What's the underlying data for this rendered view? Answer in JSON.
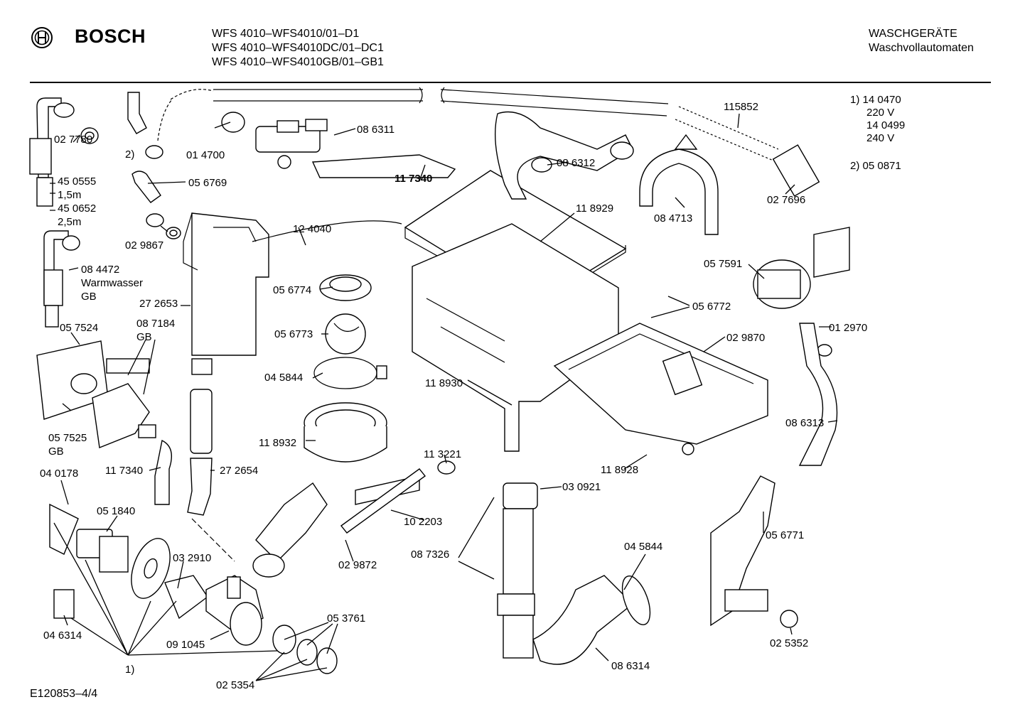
{
  "header": {
    "brand": "BOSCH",
    "models": [
      "WFS 4010–WFS4010/01–D1",
      "WFS 4010–WFS4010DC/01–DC1",
      "WFS 4010–WFS4010GB/01–GB1"
    ],
    "category": [
      "WASCHGERÄTE",
      "Waschvollautomaten"
    ]
  },
  "footer": {
    "doc_id": "E120853–4/4"
  },
  "labels": {
    "p027780": "02 7780",
    "p2": "2)",
    "p014700": "01 4700",
    "p086311": "08 6311",
    "p115852": "115852",
    "n1a": "1)  14 0470",
    "n1b": "220 V",
    "n1c": "14 0499",
    "n1d": "240 V",
    "n2": "2)  05 0871",
    "p450555": "45 0555",
    "p15m": "1,5m",
    "p450652": "45 0652",
    "p25m": "2,5m",
    "p056769": "05 6769",
    "p117340b": "11 7340",
    "p086312": "08 6312",
    "p084713": "08 4713",
    "p027696": "02 7696",
    "p029867": "02 9867",
    "p124040": "12 4040",
    "p118929": "11 8929",
    "p084472": "08 4472",
    "warm": "Warmwasser",
    "gb1": "GB",
    "p057591": "05 7591",
    "p056774": "05 6774",
    "p272653": "27 2653",
    "p056772": "05 6772",
    "p057524": "05 7524",
    "p087184": "08 7184",
    "gb2": "GB",
    "p056773": "05 6773",
    "p012970": "01 2970",
    "p029870": "02 9870",
    "p045844a": "04 5844",
    "p118930": "11 8930",
    "p057525": "05 7525",
    "gb3": "GB",
    "p118932": "11 8932",
    "p113221": "11 3221",
    "p086313": "08 6313",
    "p117340a": "11 7340",
    "p272654": "27 2654",
    "p118928": "11 8928",
    "p040178": "04 0178",
    "p030921": "03 0921",
    "p051840": "05 1840",
    "p102203": "10 2203",
    "p056771": "05 6771",
    "p045844b": "04 5844",
    "p032910": "03 2910",
    "p087326": "08 7326",
    "p029872": "02 9872",
    "p046314": "04 6314",
    "p053761": "05 3761",
    "p091045": "09 1045",
    "p025352": "02 5352",
    "p1": "1)",
    "p086314": "08 6314",
    "p025354": "02 5354"
  }
}
